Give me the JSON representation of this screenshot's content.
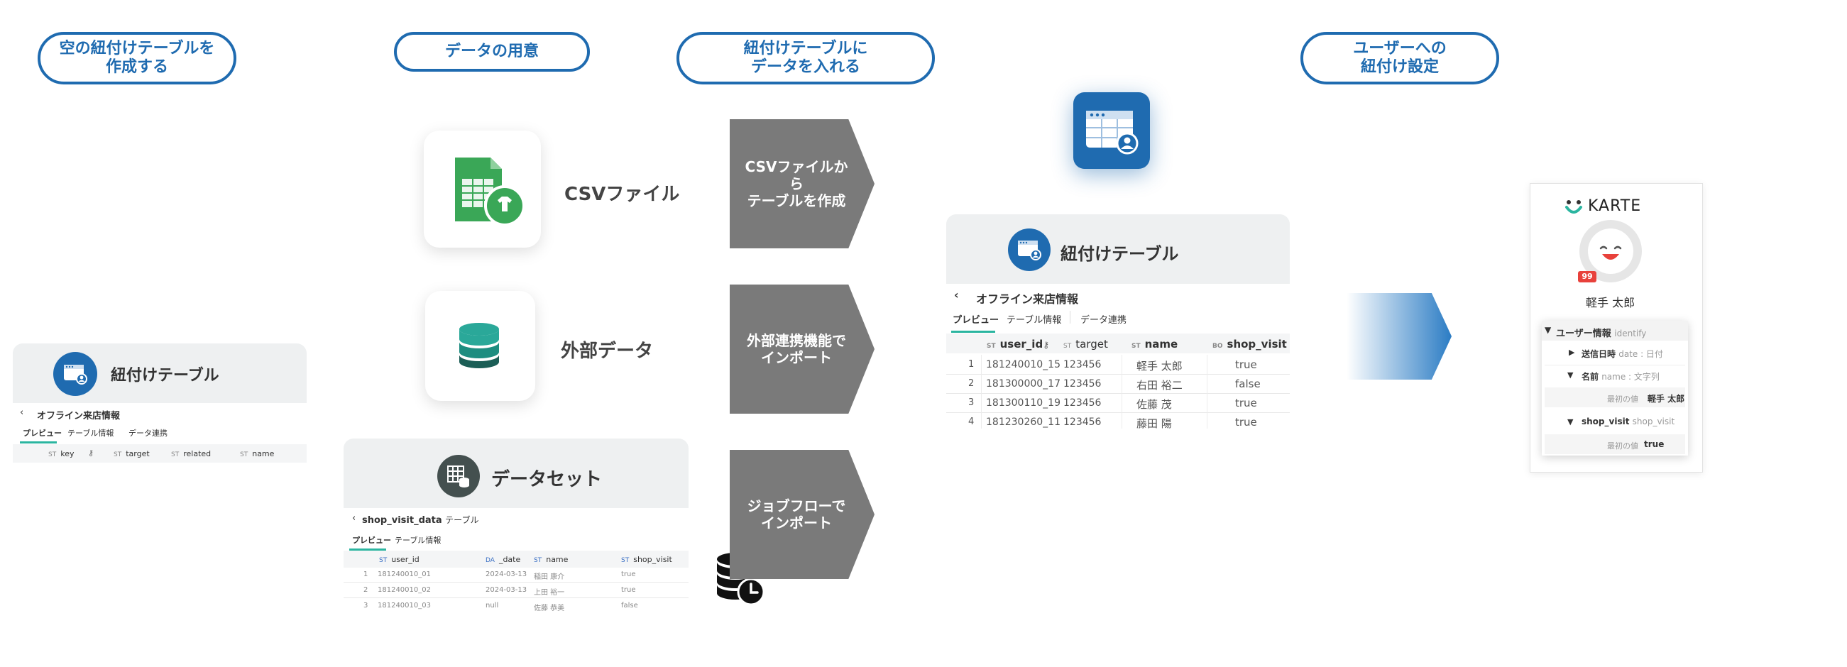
{
  "steps": {
    "s1": "空の紐付けテーブルを\n作成する",
    "s2": "データの用意",
    "s3": "紐付けテーブルに\nデータを入れる",
    "s4": "ユーザーへの\n紐付け設定"
  },
  "sources": {
    "csv": "CSVファイル",
    "external": "外部データ",
    "dataset": "データセット"
  },
  "arrows": {
    "a1": "CSVファイルから\nテーブルを作成",
    "a2": "外部連携機能で\nインポート",
    "a3": "ジョブフローで\nインポート"
  },
  "left_panel": {
    "title": "紐付けテーブル",
    "back": "オフライン来店情報",
    "tabs": [
      "プレビュー",
      "テーブル情報",
      "データ連携"
    ],
    "columns": [
      {
        "type": "ST",
        "name": "key"
      },
      {
        "type": "ST",
        "name": "target"
      },
      {
        "type": "ST",
        "name": "related"
      },
      {
        "type": "ST",
        "name": "name"
      }
    ]
  },
  "dataset_panel": {
    "title": "データセット",
    "back": "shop_visit_data",
    "back_suffix": "テーブル",
    "tabs": [
      "プレビュー",
      "テーブル情報"
    ],
    "columns": [
      {
        "type": "ST",
        "name": "user_id"
      },
      {
        "type": "DA",
        "name": "_date"
      },
      {
        "type": "ST",
        "name": "name"
      },
      {
        "type": "ST",
        "name": "shop_visit"
      }
    ],
    "rows": [
      [
        "1",
        "181240010_01",
        "2024-03-13",
        "稲田 康介",
        "true"
      ],
      [
        "2",
        "181240010_02",
        "2024-03-13",
        "上田 裕一",
        "true"
      ],
      [
        "3",
        "181240010_03",
        "null",
        "佐藤 恭美",
        "false"
      ]
    ]
  },
  "main_panel": {
    "title": "紐付けテーブル",
    "back": "オフライン来店情報",
    "tabs": [
      "プレビュー",
      "テーブル情報",
      "データ連携"
    ],
    "columns": [
      {
        "type": "ST",
        "name": "user_id"
      },
      {
        "type": "ST",
        "name": "target"
      },
      {
        "type": "ST",
        "name": "name"
      },
      {
        "type": "BO",
        "name": "shop_visit"
      }
    ],
    "rows": [
      [
        "1",
        "181240010_15",
        "123456",
        "軽手 太郎",
        "true"
      ],
      [
        "2",
        "181300000_17",
        "123456",
        "右田 裕二",
        "false"
      ],
      [
        "3",
        "181300110_19",
        "123456",
        "佐藤 茂",
        "true"
      ],
      [
        "4",
        "181230260_11",
        "123456",
        "藤田 陽",
        "true"
      ]
    ]
  },
  "karte": {
    "brand": "KARTE",
    "badge": "99",
    "user_name": "軽手 太郎",
    "section": "ユーザー情報",
    "section_key": "identify",
    "f1_label": "送信日時",
    "f1_meta": "date : 日付",
    "f2_label": "名前",
    "f2_meta": "name : 文字列",
    "f2_first_label": "最初の値",
    "f2_first_value": "軽手 太郎",
    "f3_label": "shop_visit",
    "f3_meta": "shop_visit",
    "f3_first_label": "最初の値",
    "f3_first_value": "true"
  },
  "colors": {
    "brand_blue": "#1f6bb0",
    "arrow_gray": "#7a7a7a",
    "sheet_green": "#3aa757",
    "db_teal": "#2aa899",
    "dataset_dark": "#44504f"
  }
}
